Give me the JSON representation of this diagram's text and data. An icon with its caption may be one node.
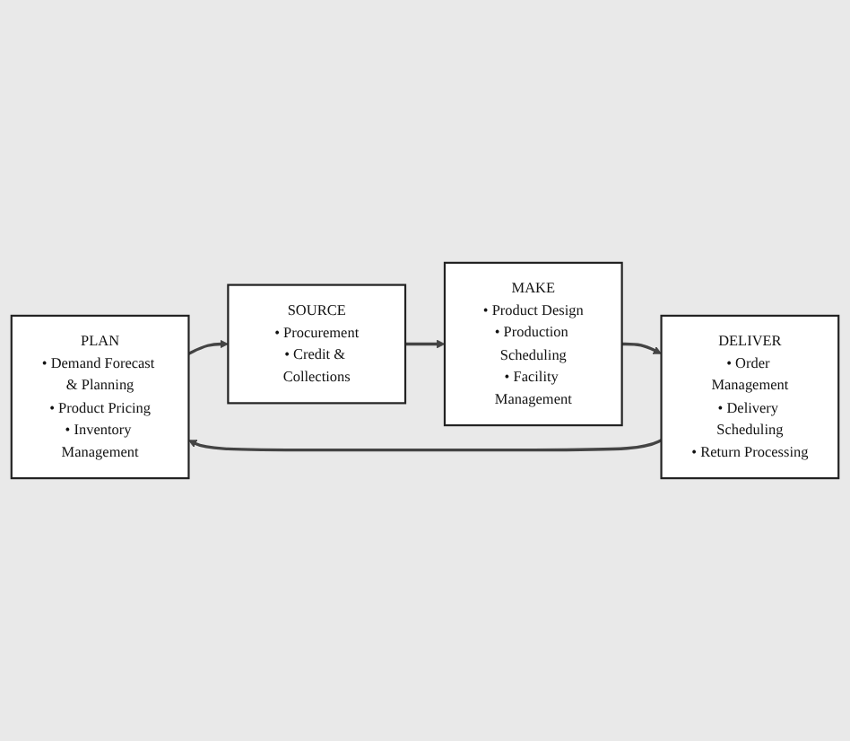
{
  "diagram": {
    "nodes": [
      {
        "text": [
          "PLAN",
          "• Demand Forecast & Planning",
          "• Product Pricing",
          "• Inventory Management"
        ]
      },
      {
        "text": [
          "SOURCE",
          "• Procurement",
          "• Credit & Collections"
        ]
      },
      {
        "text": [
          "MAKE",
          "• Product Design",
          "• Production Scheduling",
          "• Facility Management"
        ]
      },
      {
        "text": [
          "DELIVER",
          "• Order Management",
          "• Delivery Scheduling",
          "• Return Processing"
        ]
      }
    ],
    "edges": [
      {
        "from": 0,
        "to": 1,
        "arrow": "to"
      },
      {
        "from": 1,
        "to": 2,
        "arrow": "to"
      },
      {
        "from": 2,
        "to": 3,
        "arrow": "to"
      },
      {
        "from": 3,
        "to": 0,
        "arrow": "to"
      }
    ]
  }
}
